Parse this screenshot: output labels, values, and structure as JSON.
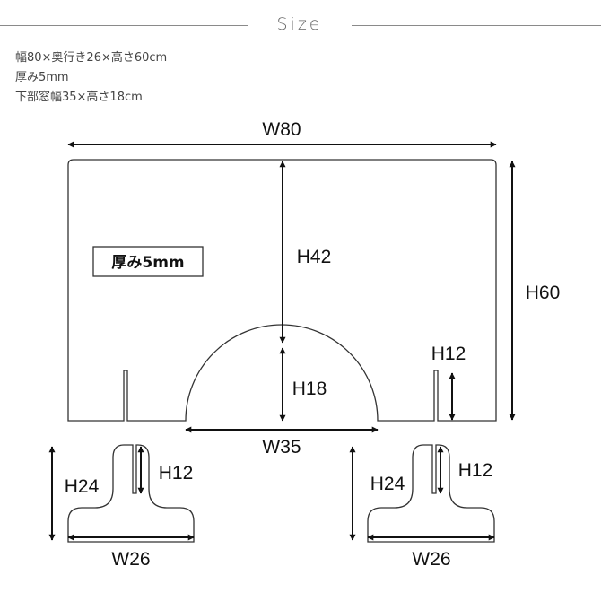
{
  "header": {
    "title": "Size"
  },
  "specs": {
    "line1": "幅80×奥行き26×高さ60cm",
    "line2": "厚み5mm",
    "line3": "下部窓幅35×高さ18cm"
  },
  "panel": {
    "thickness_label": "厚み5mm",
    "width_label": "W80",
    "height_label": "H60",
    "window_top_label": "H42",
    "window_height_label": "H18",
    "window_width_label": "W35",
    "slot_height_label": "H12"
  },
  "foot_left": {
    "height_label": "H24",
    "slot_label": "H12",
    "width_label": "W26"
  },
  "foot_right": {
    "height_label": "H24",
    "slot_label": "H12",
    "width_label": "W26"
  }
}
